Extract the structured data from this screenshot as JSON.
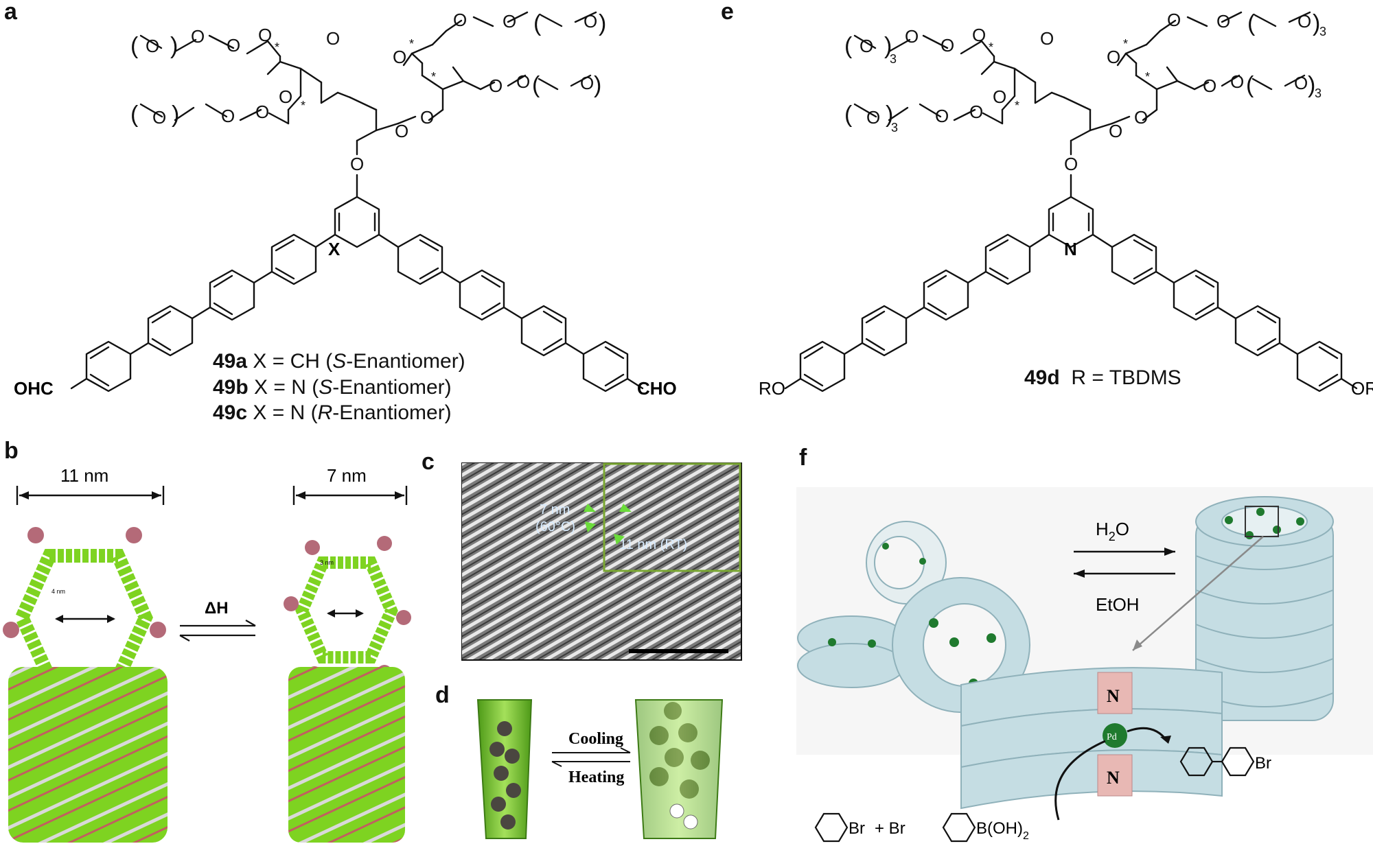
{
  "panels": {
    "a": {
      "label": "a",
      "x_label": "X",
      "left_end_group": "OHC",
      "right_end_group": "CHO",
      "compounds": [
        {
          "id": "49a",
          "text": "X = CH (",
          "italic": "S",
          "rest": "-Enantiomer)"
        },
        {
          "id": "49b",
          "text": "X = N (",
          "italic": "S",
          "rest": "-Enantiomer)"
        },
        {
          "id": "49c",
          "text": "X = N (",
          "italic": "R",
          "rest": "-Enantiomer)"
        }
      ],
      "chiral_mark": "*"
    },
    "e": {
      "label": "e",
      "ring_atom": "N",
      "left_end_group": "RO",
      "right_end_group": "OR",
      "compound_id": "49d",
      "compound_text": "R = TBDMS",
      "repeat_sub": "3"
    },
    "b": {
      "label": "b",
      "left_width": "11 nm",
      "right_width": "7 nm",
      "arrow_label": "ΔH",
      "inner_left": "4 nm",
      "inner_right": "3 nm"
    },
    "c": {
      "label": "c",
      "tem_label_1": "7 nm",
      "tem_label_2": "(60°C)",
      "tem_label_3": "11 nm (RT)"
    },
    "d": {
      "label": "d",
      "forward": "Cooling",
      "reverse": "Heating"
    },
    "f": {
      "label": "f",
      "forward": "H",
      "forward_sub": "2",
      "forward_tail": "O",
      "reverse": "EtOH",
      "n_atom": "N",
      "pd_atom": "Pd",
      "br_1": "Br",
      "plus": "+ Br",
      "boronic": "B(OH)",
      "boronic_sub": "2",
      "product_br": "Br"
    }
  },
  "colors": {
    "green": "#7ed321",
    "dark_green": "#3c8a14",
    "tube_blue": "#c5dde3",
    "tube_edge": "#8fb1ba",
    "pink": "#e8b8b4",
    "pd_green": "#1f7a2e",
    "tem_border": "#7aa832"
  }
}
